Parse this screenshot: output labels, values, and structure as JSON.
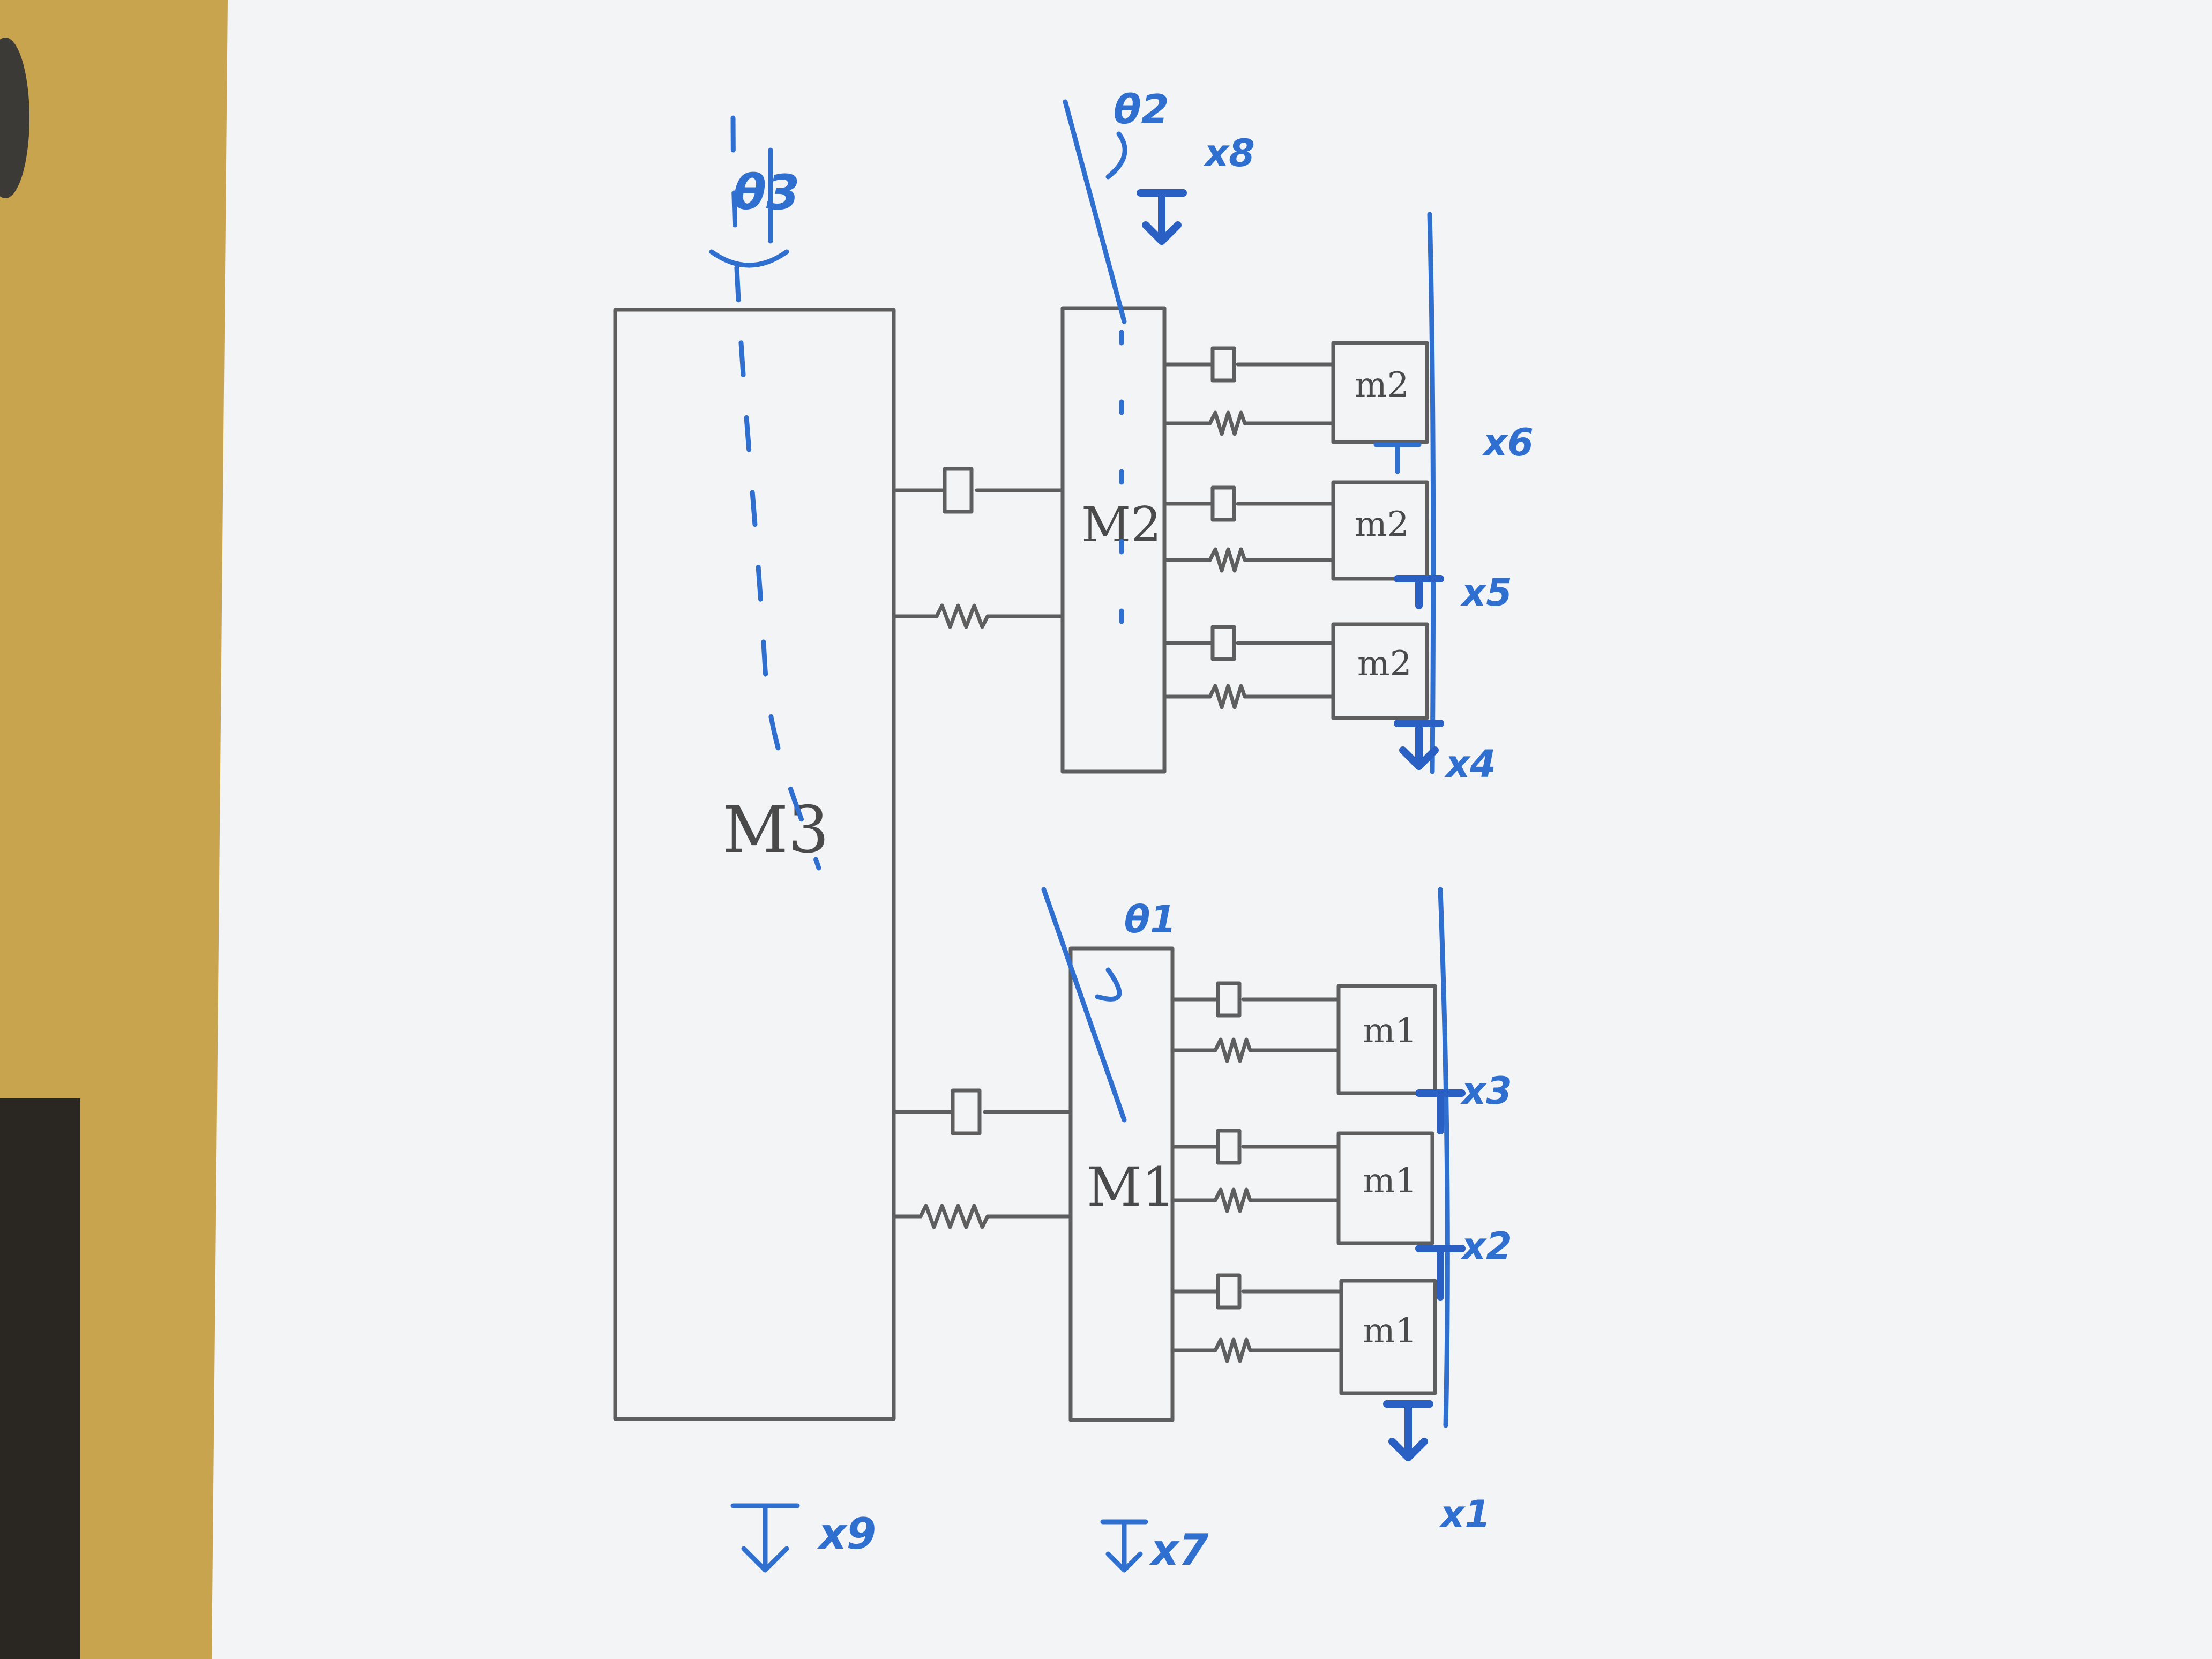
{
  "labels": {
    "M3": "M3",
    "M1": "M1",
    "M2": "M2",
    "m1": "m1",
    "m2": "m2"
  },
  "coordinates": {
    "x1": "x1",
    "x2": "x2",
    "x3": "x3",
    "x4": "x4",
    "x5": "x5",
    "x6": "x6",
    "x7": "x7",
    "x8": "x8",
    "x9": "x9",
    "theta1": "θ1",
    "theta2": "θ2",
    "theta3": "θ3"
  },
  "colors": {
    "paper": "#f4f5f7",
    "desk": "#c8a24a",
    "pencil": "#5e5e5e",
    "ink": "#2f6fd0"
  }
}
